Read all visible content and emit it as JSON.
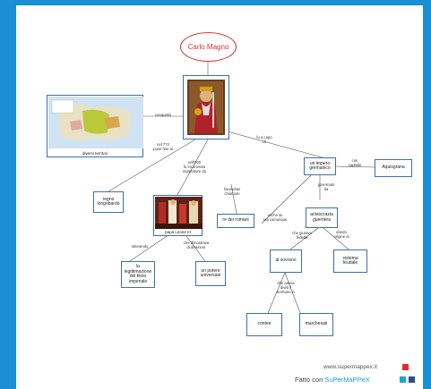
{
  "title": "Carlo Magno",
  "nodes": {
    "diversi_territori": "diversi territori",
    "regno_longobardo": "regno longobardo",
    "papa_leone": "papa Leone III",
    "re_dei_romani": "re dei romani",
    "impero_germanico": "un impero germanico",
    "aquisgrana": "Aquisgrana",
    "aristocrazia": "aristocrazia guerriera",
    "legittimazione": "la legittimazione del titolo imperiale",
    "potere_universale": "un potere universale",
    "sovrano": "al sovrano",
    "sistema_feudale": "sistema feudale",
    "contee": "contee",
    "marchesati": "marchesati"
  },
  "labels": {
    "conquisto": "conquistò",
    "nel774": "nel 774\npose fine al",
    "fu_a_capo_di": "fu a capo\ndi",
    "nell800": "nell'800\nfu incoronato\nimperatore da",
    "facendosi": "facendosi\nchiamare",
    "anche_se": "anche se\nera comunque",
    "con_capitale": "con\ncapitale",
    "governato_da": "governato\nda",
    "ottenendo": "ottenendo",
    "che_dimostrava": "che dimostrava\ndi detenere",
    "che_giurava": "che giurava\nfedeltà",
    "dando_origine": "dando\norigine al",
    "che_aveva": "che aveva\ndivisi il\nterritorio in"
  },
  "footer": {
    "url": "www.supermappex.it",
    "brand_prefix": "Fatto con ",
    "brand_name": "SuPerMaPPeX"
  },
  "colors": {
    "background": "#1a8fd6",
    "node_border": "#3b6fb6",
    "title_red": "#d9302b"
  },
  "icons": [
    "portrait-image",
    "map-image",
    "coronation-image",
    "brand-squares-icon"
  ]
}
